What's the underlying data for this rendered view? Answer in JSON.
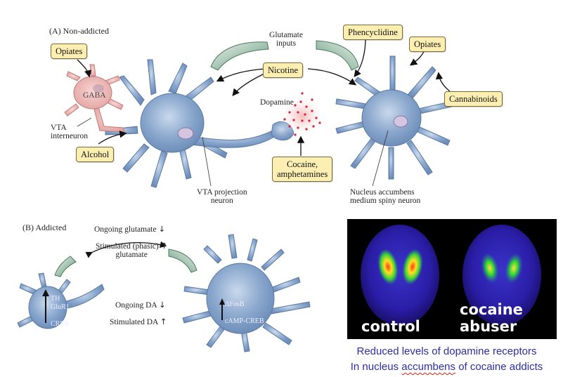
{
  "panel_a": {
    "title": "(A)  Non-addicted",
    "glutamate_line1": "Glutamate",
    "glutamate_line2": "inputs",
    "gaba": "GABA",
    "dopamine": "Dopamine",
    "vta_interneuron_line1": "VTA",
    "vta_interneuron_line2": "interneuron",
    "vta_projection_line1": "VTA projection",
    "vta_projection_line2": "neuron",
    "accumbens_line1": "Nucleus accumbens",
    "accumbens_line2": "medium spiny neuron",
    "callouts": {
      "opiates_left": "Opiates",
      "opiates_right": "Opiates",
      "phencyclidine": "Phencyclidine",
      "nicotine": "Nicotine",
      "cannabinoids": "Cannabinoids",
      "alcohol": "Alcohol",
      "cocaine_line1": "Cocaine,",
      "cocaine_line2": "amphetamines"
    }
  },
  "panel_b": {
    "title": "(B)  Addicted",
    "ongoing_glutamate": "Ongoing glutamate",
    "stim_glutamate_line1": "Stimulated (phasic)",
    "stim_glutamate_line2": "glutamate",
    "ongoing_da": "Ongoing DA",
    "stimulated_da": "Stimulated DA",
    "arrow_up": "↑",
    "arrow_down": "↓",
    "vta_marker_1": "TH",
    "vta_marker_2": "GluR1",
    "vta_marker_3": "CREB",
    "accumbens_marker_1": "ΔFosB",
    "accumbens_marker_2": "cAMP-CREB"
  },
  "scans": {
    "control_label": "control",
    "abuser_label": "cocaine abuser"
  },
  "caption": {
    "line1": "Reduced levels of dopamine receptors",
    "line2_a": "In nucleus",
    "line2_b": "accumbens",
    "line2_c": "of cocaine addicts"
  }
}
